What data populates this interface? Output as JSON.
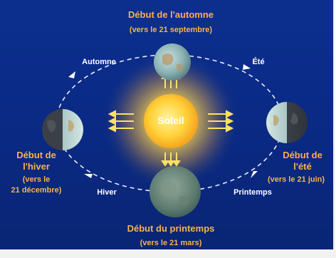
{
  "diagram": {
    "sun_label": "Soleil",
    "autumn": {
      "title": "Début de l'automne",
      "sub": "(vers le 21 septembre)"
    },
    "winter": {
      "line1": "Début de",
      "line2": "l'hiver",
      "sub1": "(vers le",
      "sub2": "21 décembre)"
    },
    "spring": {
      "title": "Début du printemps",
      "sub": "(vers le 21 mars)"
    },
    "summer": {
      "line1": "Début de",
      "line2": "l'été",
      "sub": "(vers le 21 juin)"
    },
    "orbit_labels": {
      "automne": "Automne",
      "ete": "Été",
      "hiver": "Hiver",
      "printemps": "Printemps"
    }
  }
}
